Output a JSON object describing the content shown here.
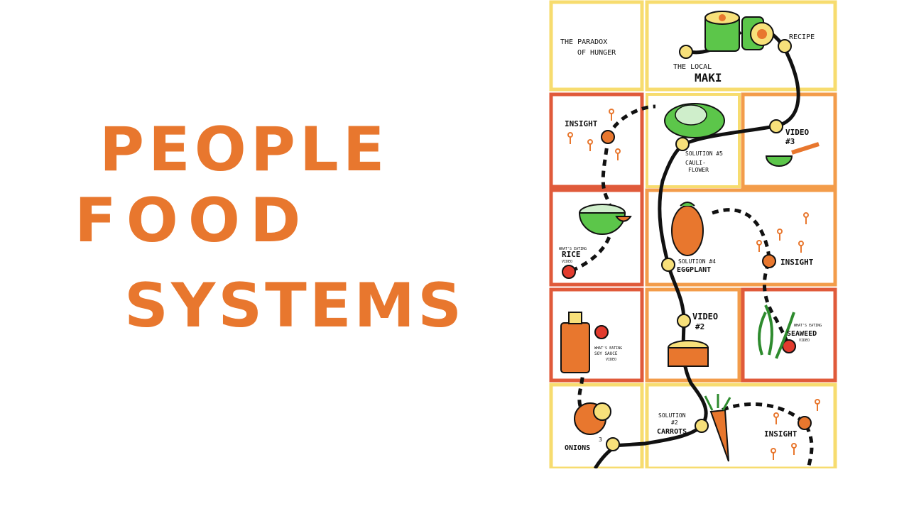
{
  "title": {
    "line1": "PEOPLE",
    "line2": "FOOD",
    "line3": "SYSTEMS",
    "color": "#e8772e"
  },
  "board": {
    "tiles": {
      "paradox": "THE PARADOX OF HUNGER",
      "paradox_l1": "THE PARADOX",
      "paradox_l2": "OF HUNGER",
      "local": "THE LOCAL",
      "maki": "MAKI",
      "recipe": "RECIPE",
      "insight": "INSIGHT",
      "video3": "VIDEO",
      "video3_num": "#3",
      "solution5": "SOLUTION #5",
      "cauli1": "CAULI-",
      "cauli2": "FLOWER",
      "whats_eating": "WHAT'S EATING",
      "rice": "RICE",
      "video_small": "VIDEO",
      "solution4": "SOLUTION #4",
      "eggplant": "EGGPLANT",
      "insight2": "INSIGHT",
      "video2": "VIDEO",
      "video2_num": "#2",
      "whats_eating2": "WHAT'S EATING",
      "soy1": "SOY SAUCE",
      "video_small2": "VIDEO",
      "whats_eating3": "WHAT'S EATING",
      "seaweed": "SEAWEED",
      "video_small3": "VIDEO",
      "solution2_l1": "SOLUTION",
      "solution2_l2": "#2",
      "carrots": "CARROTS",
      "onions": "ONIONS",
      "onions_num": "3",
      "insight3": "INSIGHT"
    },
    "colors": {
      "yellow_border": "#f7dc6f",
      "orange_border": "#f39c4a",
      "red_border": "#e05a3a",
      "node_yellow": "#f7e07a",
      "node_orange": "#e8772e",
      "node_red": "#e23b2e",
      "green": "#5cc64a",
      "path": "#111111"
    }
  }
}
